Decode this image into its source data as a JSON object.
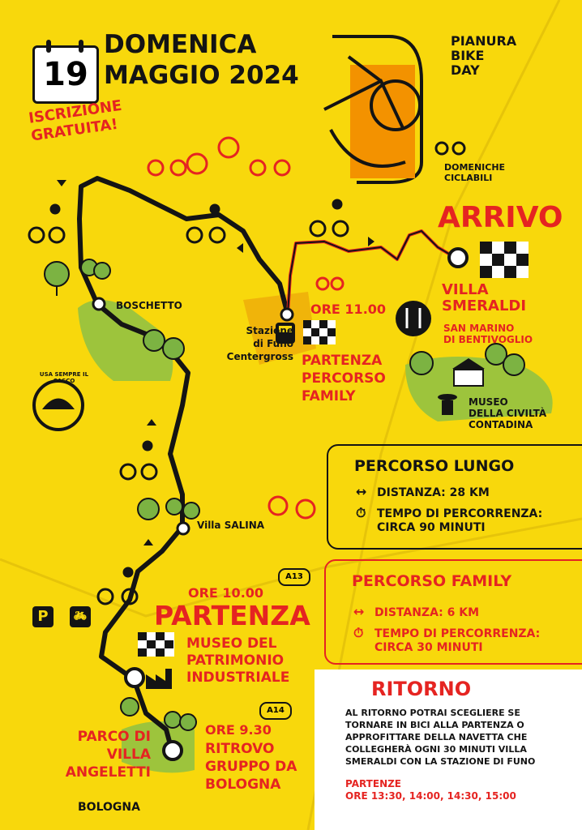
{
  "header": {
    "day": "19",
    "title_line1": "DOMENICA",
    "title_line2": "MAGGIO 2024",
    "free_line1": "ISCRIZIONE",
    "free_line2": "GRATUITA!"
  },
  "brand": {
    "line1": "PIANURA",
    "line2": "BIKE",
    "line3": "DAY",
    "sub1": "DOMENICHE",
    "sub2": "CICLABILI"
  },
  "arrival": {
    "label": "ARRIVO",
    "place_line1": "VILLA",
    "place_line2": "SMERALDI",
    "sub_line1": "SAN MARINO",
    "sub_line2": "DI BENTIVOGLIO",
    "museum_line1": "MUSEO",
    "museum_line2": "DELLA CIVILTÀ",
    "museum_line3": "CONTADINA"
  },
  "family_start": {
    "time": "ORE 11.00",
    "station_line1": "Stazione",
    "station_line2": "di Funo",
    "station_line3": "Centergross",
    "label_line1": "PARTENZA",
    "label_line2": "PERCORSO",
    "label_line3": "FAMILY"
  },
  "map_labels": {
    "boschetto": "BOSCHETTO",
    "villa_salina": "Villa SALINA",
    "helmet_text": "USA SEMPRE IL CASCO",
    "a13": "A13",
    "a14": "A14",
    "bologna": "BOLOGNA",
    "parking": "P"
  },
  "percorso_lungo": {
    "title": "PERCORSO LUNGO",
    "distance": "DISTANZA: 28 KM",
    "time_line1": "TEMPO DI PERCORRENZA:",
    "time_line2": "CIRCA 90 MINUTI"
  },
  "percorso_family": {
    "title": "PERCORSO FAMILY",
    "distance": "DISTANZA: 6 KM",
    "time_line1": "TEMPO DI PERCORRENZA:",
    "time_line2": "CIRCA 30 MINUTI"
  },
  "start": {
    "time": "ORE 10.00",
    "label": "PARTENZA",
    "place_line1": "MUSEO DEL",
    "place_line2": "PATRIMONIO",
    "place_line3": "INDUSTRIALE"
  },
  "meeting": {
    "time": "ORE 9.30",
    "label_line1": "RITROVO",
    "label_line2": "GRUPPO DA",
    "label_line3": "BOLOGNA",
    "park_line1": "PARCO DI",
    "park_line2": "VILLA",
    "park_line3": "ANGELETTI"
  },
  "ritorno": {
    "title": "RITORNO",
    "text_line1": "AL RITORNO POTRAI SCEGLIERE SE",
    "text_line2": "TORNARE IN BICI ALLA PARTENZA O",
    "text_line3": "APPROFITTARE DELLA NAVETTA CHE",
    "text_line4": "COLLEGHERÀ OGNI 30 MINUTI VILLA",
    "text_line5": "SMERALDI CON LA STAZIONE DI FUNO",
    "departures_label": "PARTENZE",
    "departures_times": "ORE 13:30, 14:00, 14:30, 15:00"
  },
  "colors": {
    "background": "#f8d80c",
    "red": "#e52421",
    "black": "#141414",
    "orange": "#f39200",
    "green": "#9dc43c"
  },
  "icons": [
    "calendar-icon",
    "bike-logo-icon",
    "cyclist-icon",
    "tree-icon",
    "fork-knife-icon",
    "helmet-icon",
    "checkered-flag-icon",
    "parking-icon",
    "bike-sign-icon",
    "train-icon",
    "factory-icon",
    "stopwatch-icon",
    "arrows-icon",
    "temple-icon",
    "farmer-icon"
  ]
}
